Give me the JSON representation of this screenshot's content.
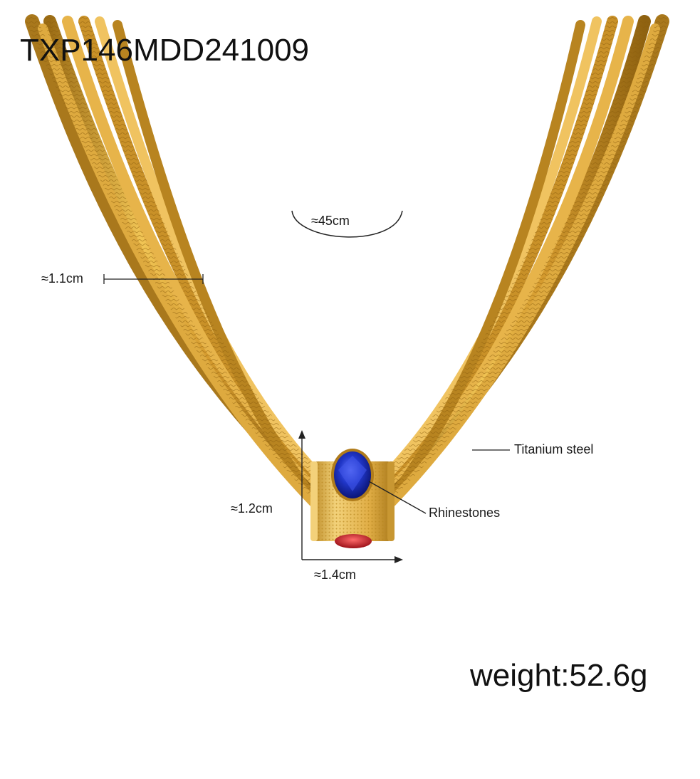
{
  "sku": "TXP146MDD241009",
  "weight": "weight:52.6g",
  "dimensions": {
    "necklace_length": "≈45cm",
    "chain_width": "≈1.1cm",
    "pendant_height": "≈1.2cm",
    "pendant_width": "≈1.4cm"
  },
  "callouts": {
    "material": "Titanium steel",
    "stone": "Rhinestones"
  },
  "colors": {
    "gold": "#d9a53a",
    "gold_dark": "#a9781c",
    "blue_stone": "#2036c8",
    "red_stone": "#c8202a"
  }
}
